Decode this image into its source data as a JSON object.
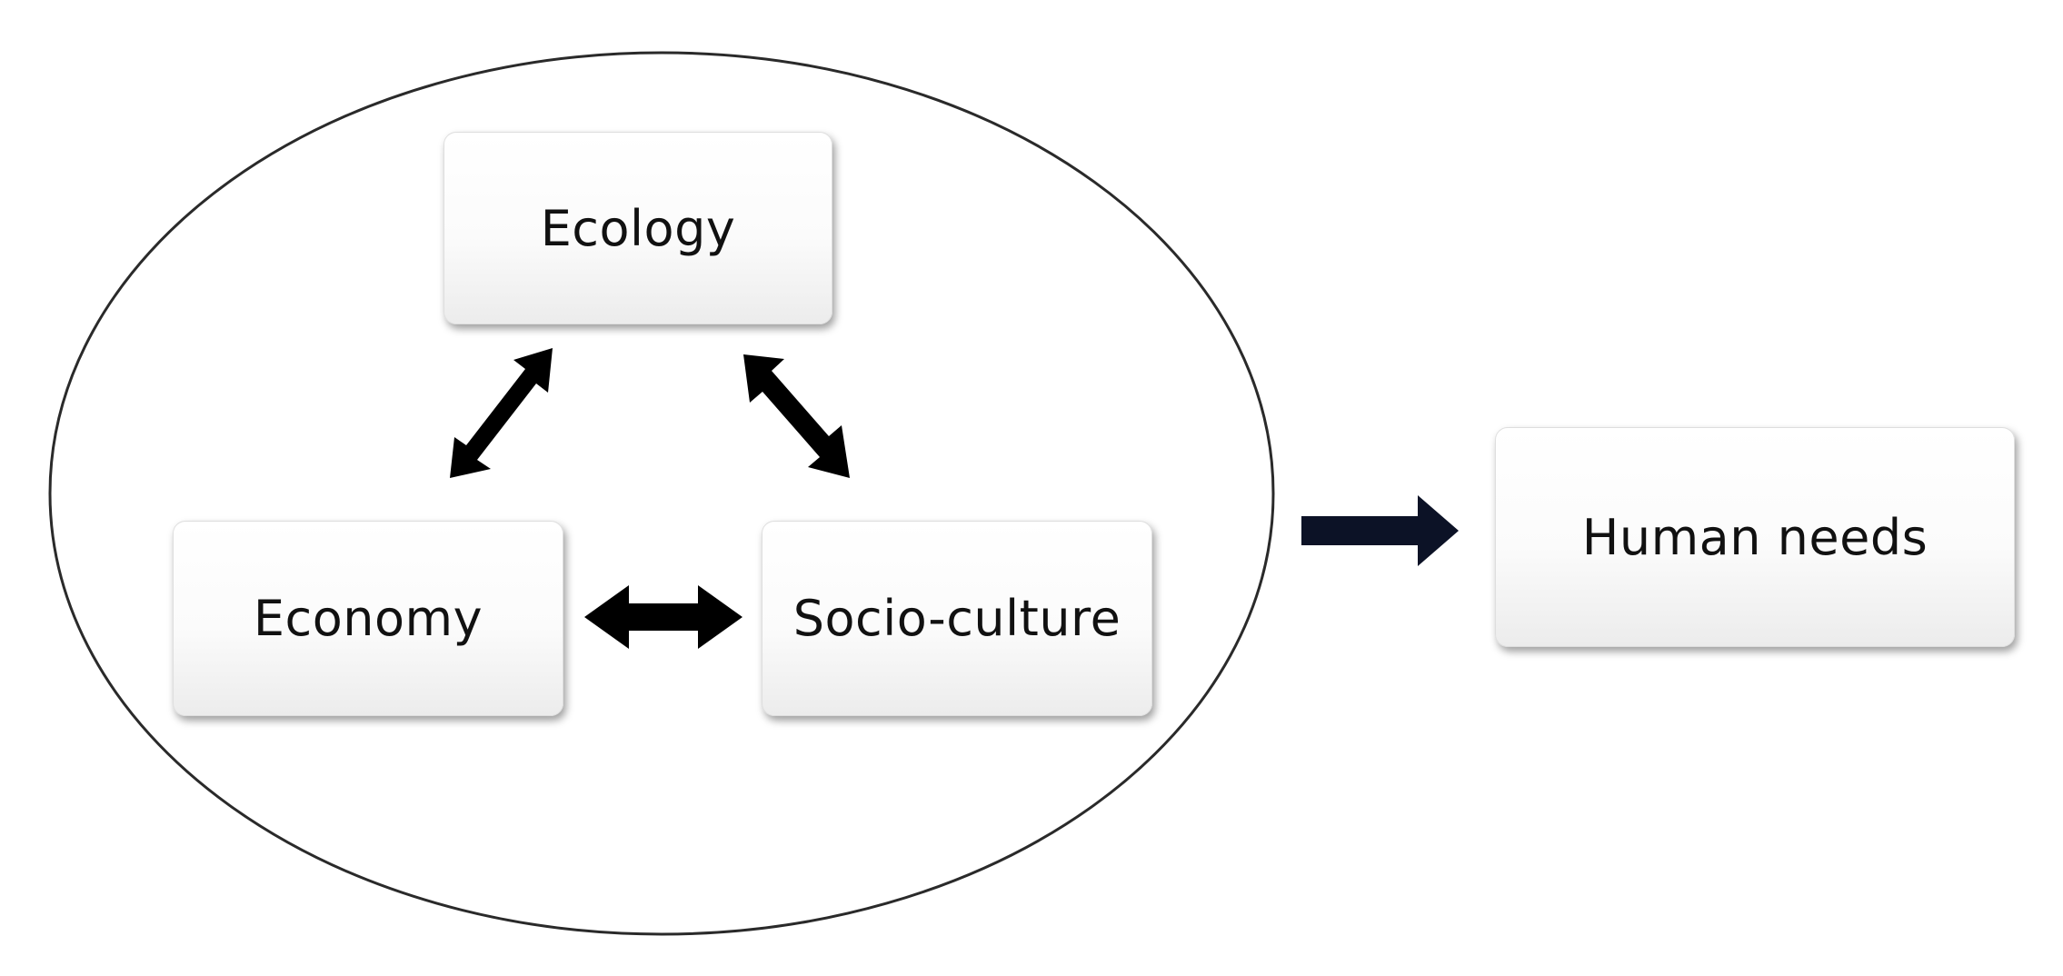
{
  "nodes": {
    "ecology": "Ecology",
    "economy": "Economy",
    "socio_culture": "Socio-culture",
    "human_needs": "Human needs"
  },
  "colors": {
    "outline": "#2a2a2a",
    "arrow": "#000000",
    "output_arrow": "#0c1226"
  }
}
